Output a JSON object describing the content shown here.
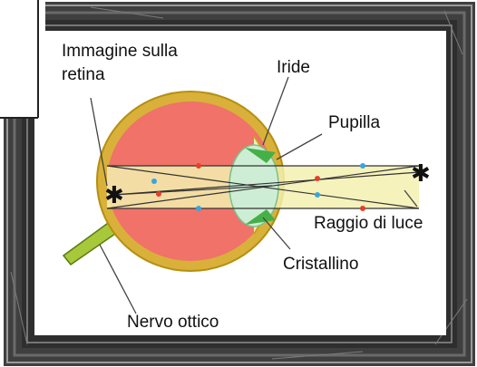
{
  "labels": {
    "retina_image": [
      "Immagine sulla",
      "retina"
    ],
    "iris": "Iride",
    "pupil": "Pupilla",
    "light_ray": "Raggio di luce",
    "lens": "Cristallino",
    "optic_nerve": "Nervo ottico"
  },
  "colors": {
    "frame": "#4a4a4a",
    "canvas": "#ffffff",
    "eyeball": "#f07268",
    "sclera": "#d9b13a",
    "sclera_outline": "#c8a020",
    "beam": "#f3f0b0",
    "lens": "#cdeed4",
    "iris": "#46b048",
    "nerve": "#a6c83a",
    "dot_red": "#e4402b",
    "dot_blue": "#36a6e0"
  },
  "icons": {
    "object": "asterisk-icon",
    "inverted_image": "asterisk-icon"
  }
}
